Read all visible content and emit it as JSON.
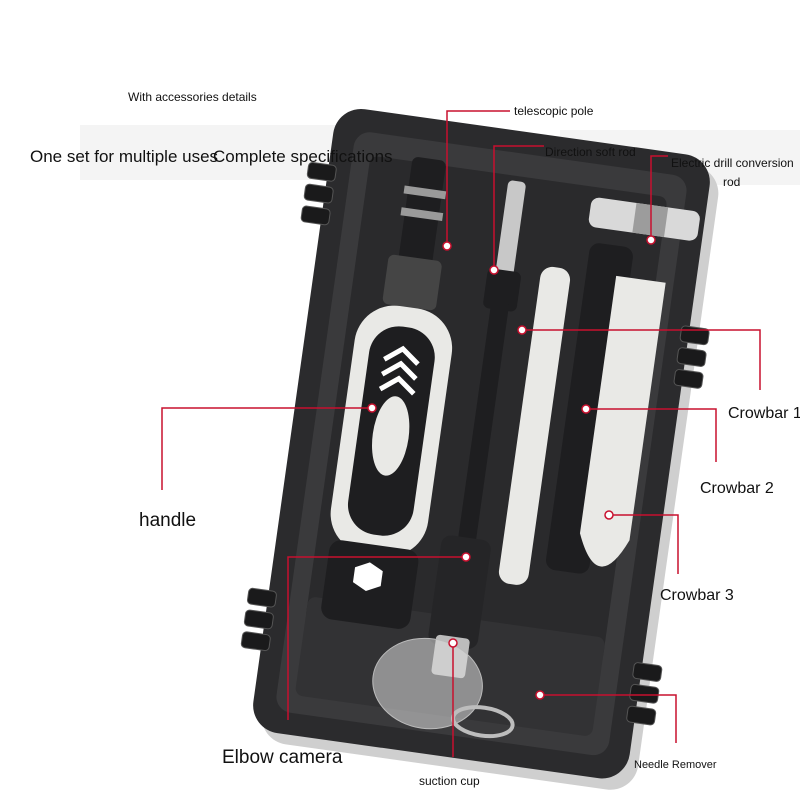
{
  "texts": {
    "accessories": "With accessories details",
    "one_set": "One set for multiple uses",
    "complete": "Complete specifications",
    "telescopic": "telescopic pole",
    "direction": "Direction soft rod",
    "electric_1": "Electric drill conversion",
    "electric_2": "rod",
    "crowbar1": "Crowbar 1",
    "crowbar2": "Crowbar 2",
    "crowbar3": "Crowbar 3",
    "handle": "handle",
    "elbow": "Elbow camera",
    "suction": "suction cup",
    "needle": "Needle Remover"
  },
  "colors": {
    "callout_line": "#c8102e",
    "case_body": "#2b2b2d",
    "case_inner": "#3a3a3c",
    "tool_white": "#e9e9e6",
    "handle_black": "#1e1e20"
  }
}
